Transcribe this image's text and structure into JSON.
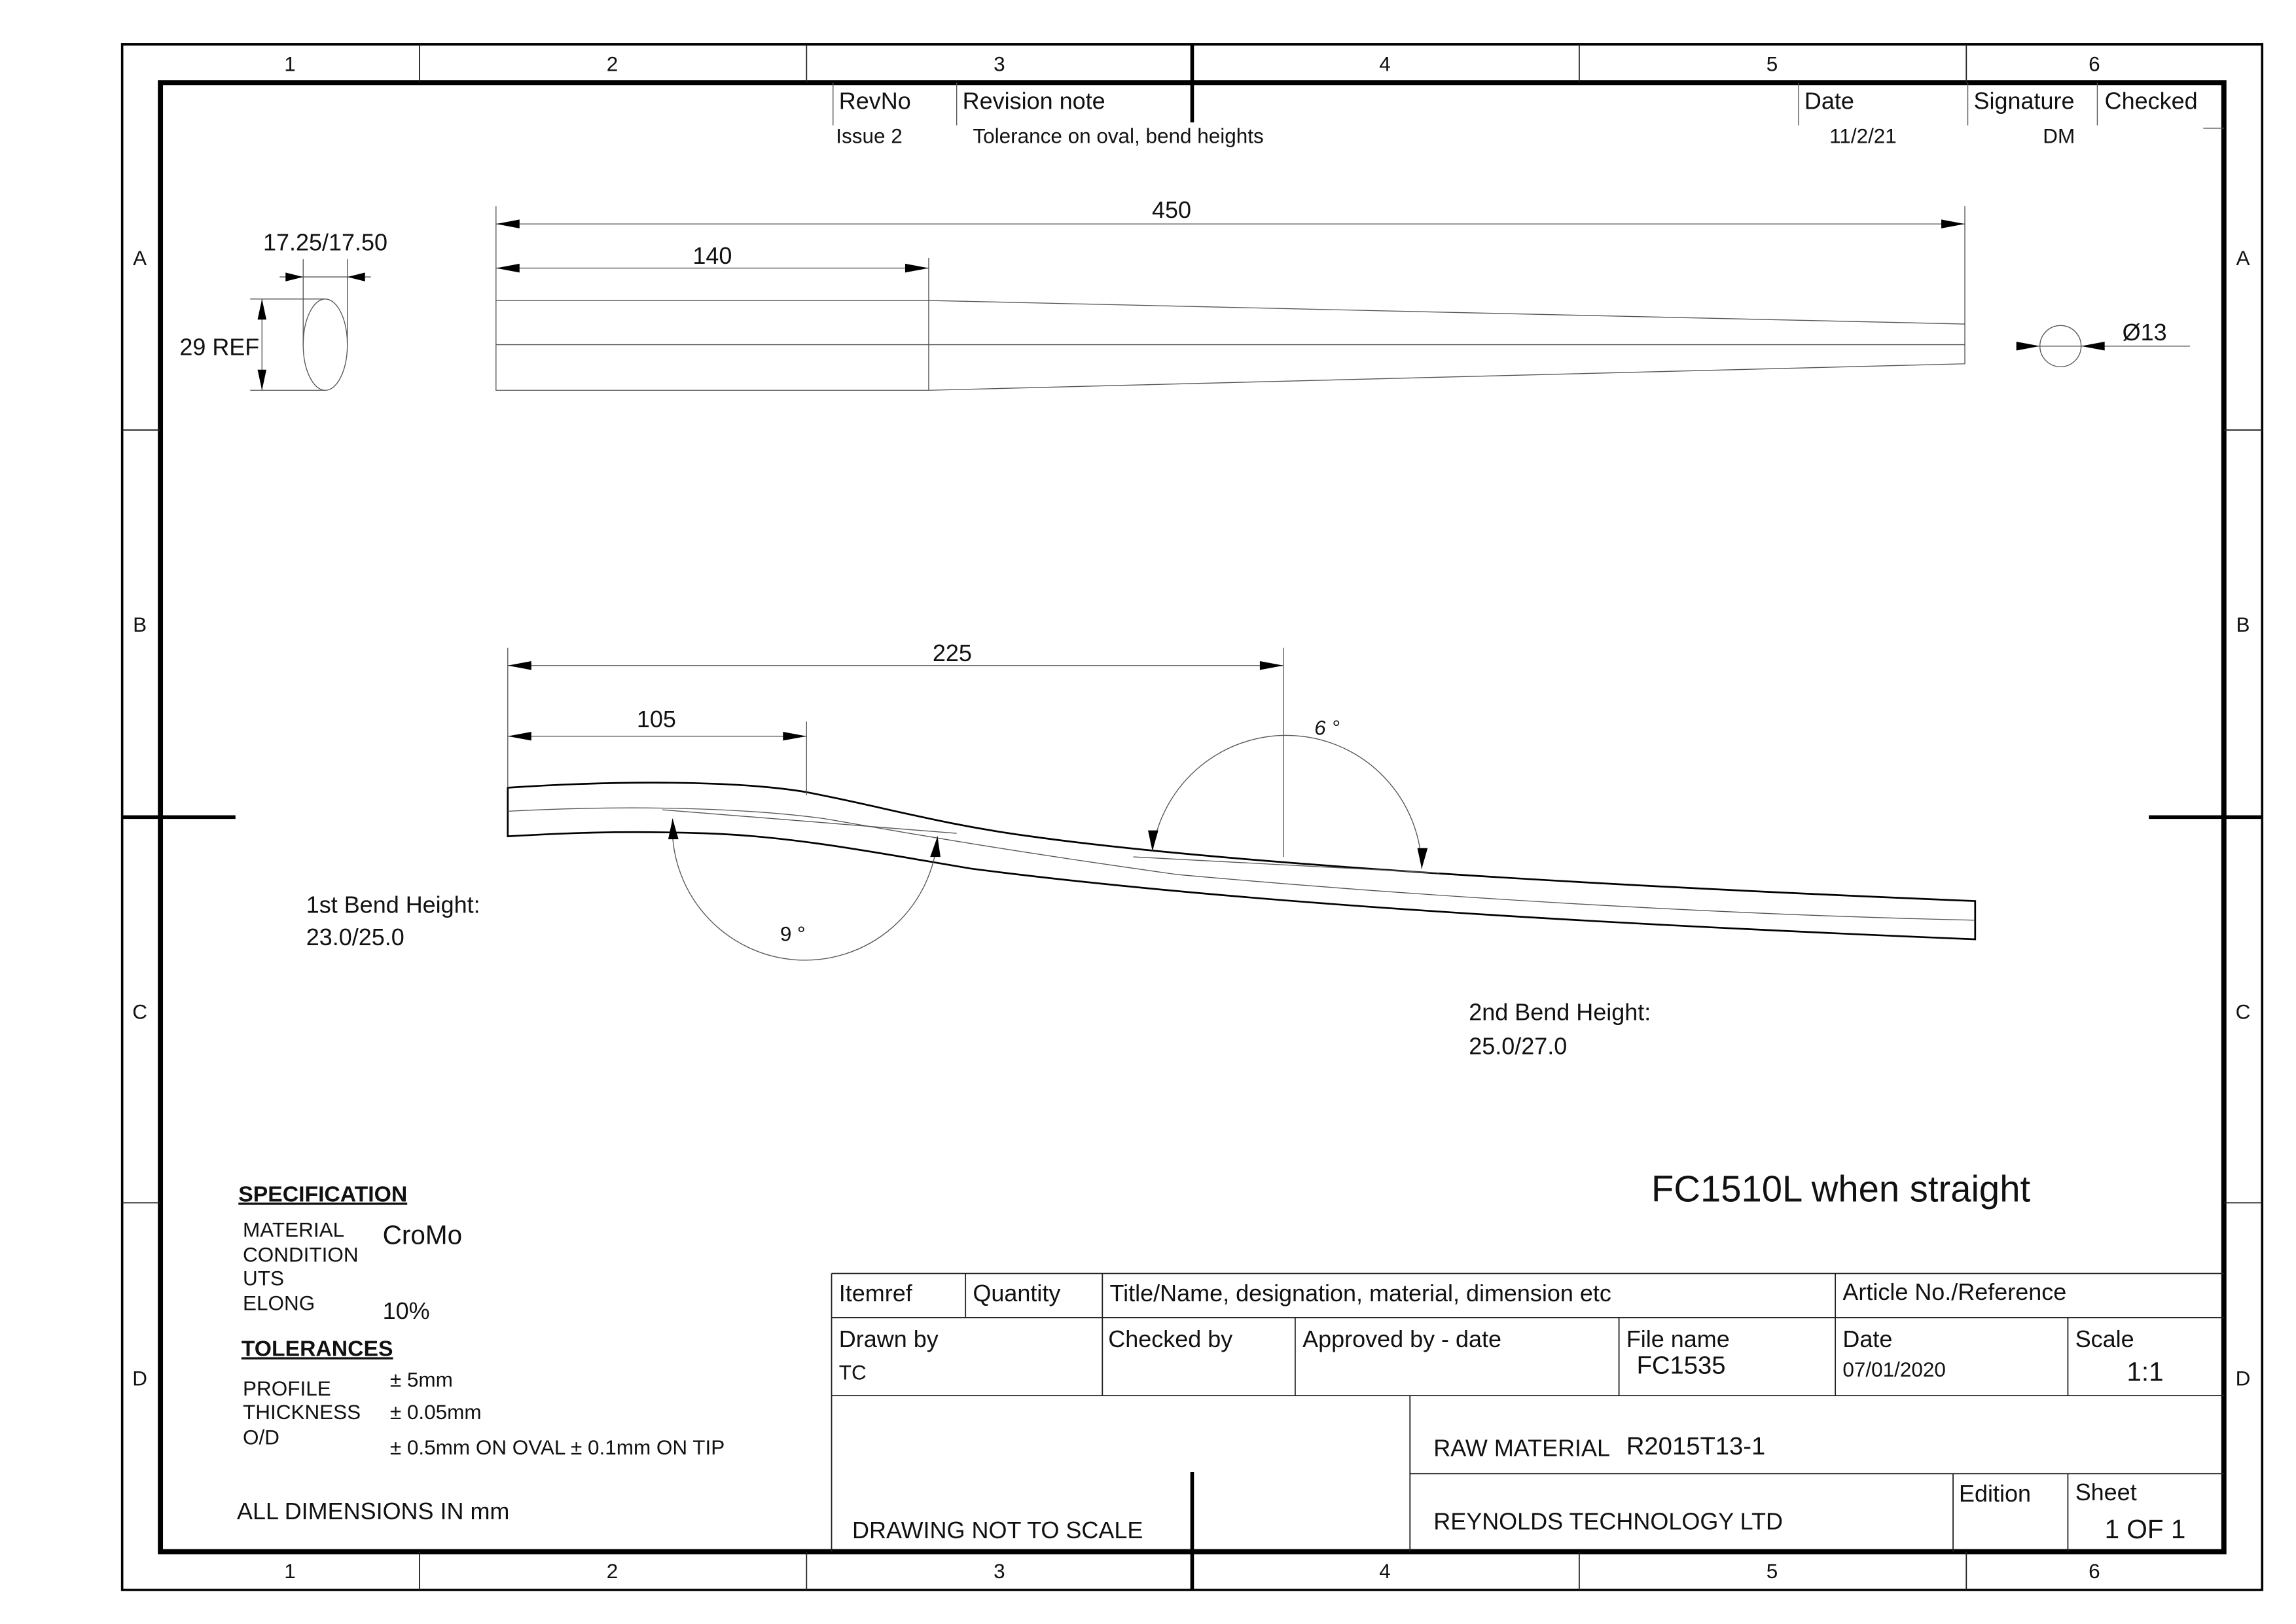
{
  "border": {
    "columns": [
      "1",
      "2",
      "3",
      "4",
      "5",
      "6"
    ],
    "rows": [
      "A",
      "B",
      "C",
      "D"
    ]
  },
  "revision": {
    "headers": {
      "revno": "RevNo",
      "note": "Revision note",
      "date": "Date",
      "signature": "Signature",
      "checked": "Checked"
    },
    "row": {
      "revno": "Issue 2",
      "note": "Tolerance on oval, bend heights",
      "date": "11/2/21",
      "signature": "DM",
      "checked": ""
    }
  },
  "top_view": {
    "dim_overall": "450",
    "dim_oval_length": "140",
    "dim_oval_width": "17.25/17.50",
    "dim_oval_height": "29 REF",
    "dim_tip_diameter": "Ø13"
  },
  "side_view": {
    "dim_second_bend": "225",
    "dim_first_bend": "105",
    "angle_first": "9 °",
    "angle_second": "6 °",
    "first_bend_label": "1st Bend Height:",
    "first_bend_value": "23.0/25.0",
    "second_bend_label": "2nd Bend Height:",
    "second_bend_value": "25.0/27.0"
  },
  "part_title": "FC1510L when straight",
  "specification": {
    "heading": "SPECIFICATION",
    "labels": [
      "MATERIAL",
      "CONDITION",
      "UTS",
      "ELONG"
    ],
    "material": "CroMo",
    "elong": "10%"
  },
  "tolerances": {
    "heading": "TOLERANCES",
    "labels": [
      "PROFILE",
      "THICKNESS",
      "O/D"
    ],
    "profile": "± 5mm",
    "thickness": "± 0.05mm",
    "od": "± 0.5mm ON OVAL ± 0.1mm ON TIP"
  },
  "units_note": "ALL DIMENSIONS IN mm",
  "title_block": {
    "itemref": "Itemref",
    "quantity": "Quantity",
    "title_name": "Title/Name, designation, material, dimension etc",
    "article": "Article No./Reference",
    "drawn_by_label": "Drawn by",
    "drawn_by": "TC",
    "checked_by_label": "Checked by",
    "approved_label": "Approved by - date",
    "file_name_label": "File name",
    "file_name": "FC1535",
    "date_label": "Date",
    "date": "07/01/2020",
    "scale_label": "Scale",
    "scale": "1:1",
    "raw_material_label": "RAW MATERIAL",
    "raw_material": "R2015T13-1",
    "company": "REYNOLDS TECHNOLOGY LTD",
    "edition_label": "Edition",
    "sheet_label": "Sheet",
    "sheet": "1 OF 1",
    "not_to_scale": "DRAWING NOT TO SCALE"
  }
}
